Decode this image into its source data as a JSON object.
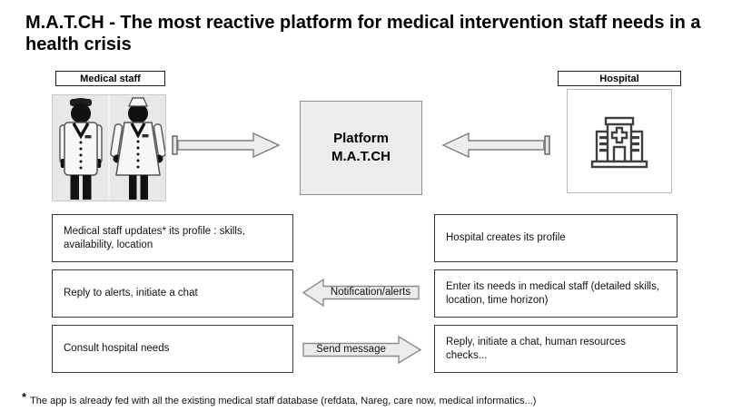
{
  "slide": {
    "title": "M.A.T.CH - The most reactive platform for medical intervention staff needs in a health crisis"
  },
  "actors": {
    "medical_staff_label": "Medical staff",
    "hospital_label": "Hospital"
  },
  "platform": {
    "name_line1": "Platform",
    "name_line2": "M.A.T.CH"
  },
  "arrows": {
    "notification_label": "Notification/alerts",
    "send_message_label": "Send message"
  },
  "steps": {
    "medical_staff": [
      "Medical staff updates* its profile : skills, availability, location",
      "Reply to alerts, initiate a chat",
      "Consult hospital needs"
    ],
    "hospital": [
      "Hospital creates its profile",
      "Enter its needs in medical staff (detailed skills, location, time horizon)",
      "Reply, initiate a chat, human resources checks..."
    ]
  },
  "footnote": {
    "marker": "*",
    "text": "The app is already fed with all the existing medical staff database (refdata, Nareg, care now, medical informatics...)"
  },
  "icons": {
    "medical_staff": "doctor-and-nurse-figures",
    "hospital": "hospital-building",
    "staff_to_platform": "block-arrow-right",
    "hospital_to_platform": "block-arrow-left",
    "notification": "label-arrow-left",
    "send_message": "label-arrow-right"
  },
  "colors": {
    "background": "#ffffff",
    "platform_fill": "#ececec",
    "arrow_fill": "#ececec",
    "border_dark": "#3a3a3a",
    "figure_dark": "#111111"
  }
}
